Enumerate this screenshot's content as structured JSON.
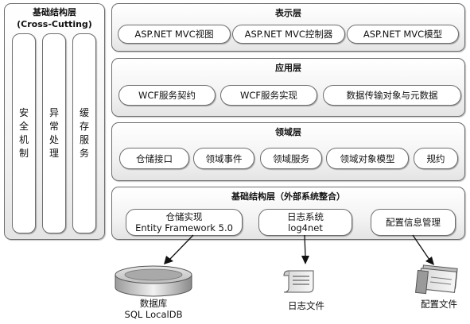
{
  "cross_cutting": {
    "title_line1": "基础结构层",
    "title_line2": "(Cross-Cutting)",
    "columns": [
      "安全机制",
      "异常处理",
      "缓存服务"
    ]
  },
  "presentation": {
    "title": "表示层",
    "items": [
      "ASP.NET MVC视图",
      "ASP.NET MVC控制器",
      "ASP.NET MVC模型"
    ]
  },
  "application": {
    "title": "应用层",
    "items": [
      "WCF服务契约",
      "WCF服务实现",
      "数据传输对象与元数据"
    ]
  },
  "domain": {
    "title": "领域层",
    "items": [
      "仓储接口",
      "领域事件",
      "领域服务",
      "领域对象模型",
      "规约"
    ]
  },
  "infrastructure": {
    "title": "基础结构层（外部系统整合）",
    "repo_impl": {
      "line1": "仓储实现",
      "line2": "Entity Framework 5.0"
    },
    "logging": {
      "line1": "日志系统",
      "line2": "log4net"
    },
    "config": "配置信息管理"
  },
  "resources": {
    "database": {
      "line1": "数据库",
      "line2": "SQL LocalDB"
    },
    "log_file": "日志文件",
    "config_file": "配置文件"
  }
}
